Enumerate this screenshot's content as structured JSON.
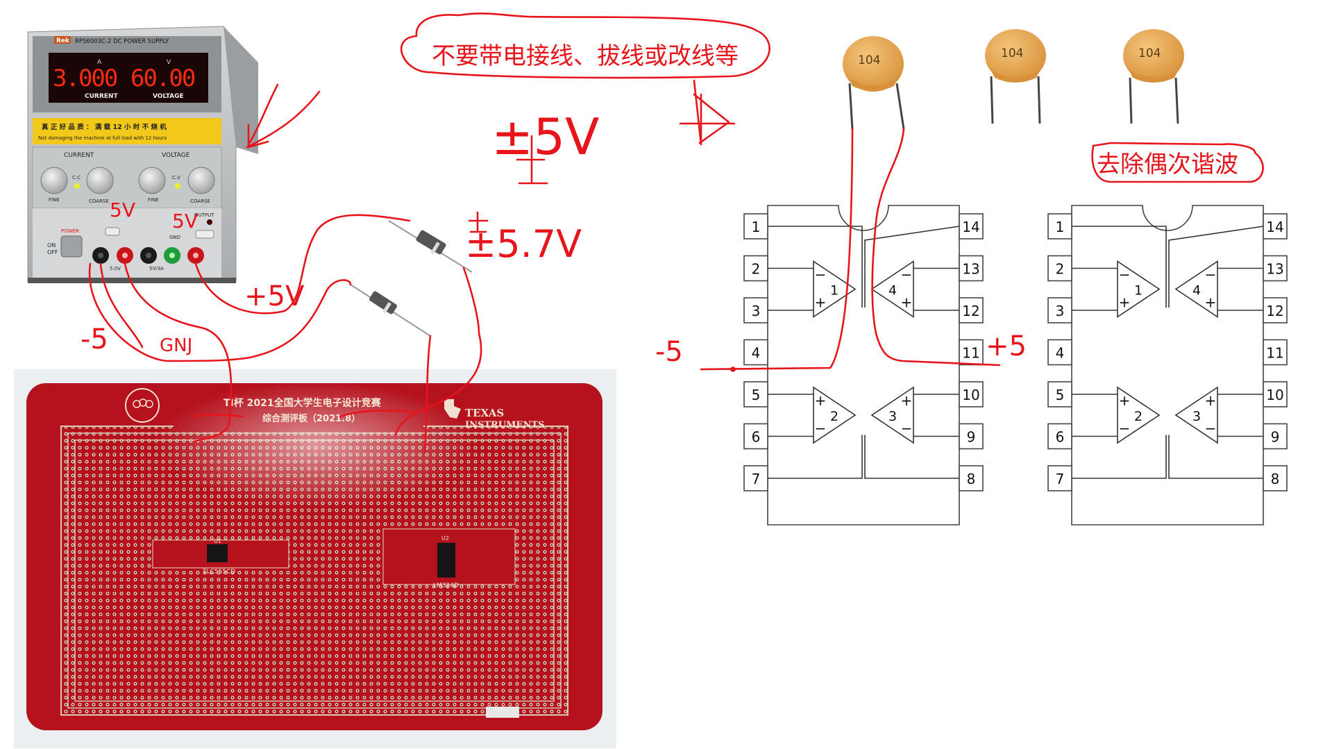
{
  "power_supply": {
    "brand": "Rek",
    "model": "RPS6003C-2 DC POWER SUPPLY",
    "current_reading": "3.000",
    "voltage_reading": "60.00",
    "current_label": "CURRENT",
    "voltage_label": "VOLTAGE",
    "unit_a": "A",
    "unit_v": "V",
    "banner_cn": "真 正 好 品 质 ： 满 载 12 小 时 不 烧 机",
    "banner_en": "Not damaging the machine at full load with 12 hours",
    "knob_group_current": "CURRENT",
    "knob_group_voltage": "VOLTAGE",
    "knob_fine": "FINE",
    "knob_coarse": "COARSE",
    "cc": "C.C",
    "cv": "C.V",
    "power_label": "POWER",
    "on_label": "ON",
    "off_label": "OFF",
    "output_label": "OUTPUT",
    "gnd_label": "GND",
    "fixed_out": "5V/3A",
    "small_5v": "5.0V",
    "colors": {
      "body": "#b9bcbd",
      "display": "#1a0606",
      "digits": "#ff2a12",
      "banner": "#f2c81a"
    }
  },
  "annotations": {
    "warning": "不要带电接线、拔线或改线等",
    "supply_pm5v": "±5V",
    "supply_15_7v": "±5.7V",
    "neg5_left": "-5",
    "gnd": "GNJ",
    "plus5v": "+5V",
    "top5v_a": "5V",
    "top5v_b": "5V",
    "neg5_right": "-5",
    "plus5_right": "+5",
    "even_harmonic": "去除偶次谐波",
    "ink_color": "#e8141b"
  },
  "pcb": {
    "title_line1": "TI杯 2021全国大学生电子设计竞赛",
    "title_line2": "综合测评板（2021.8）",
    "ti_brand_1": "TEXAS",
    "ti_brand_2": "INSTRUMENTS",
    "u1_label": "U1",
    "u1_part": "TLC555CD",
    "u2_label": "U2",
    "u2_part": "LM324D",
    "board_color": "#b5121d"
  },
  "capacitors": {
    "label": "104",
    "color": "#e8a74a"
  },
  "ic_pinout": {
    "left_pins": [
      "1",
      "2",
      "3",
      "4",
      "5",
      "6",
      "7"
    ],
    "right_pins": [
      "14",
      "13",
      "12",
      "11",
      "10",
      "9",
      "8"
    ],
    "opamp_numbers": [
      "1",
      "2",
      "3",
      "4"
    ]
  }
}
